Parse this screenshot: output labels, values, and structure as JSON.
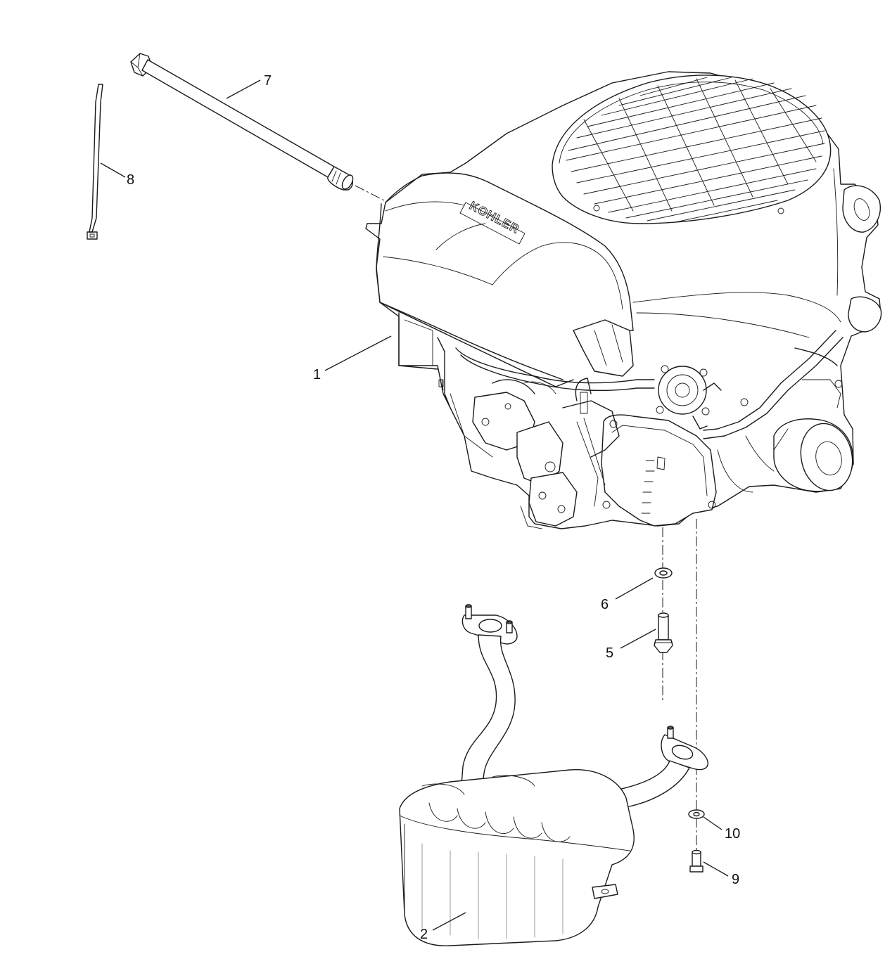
{
  "diagram": {
    "brand_mark": "KOHLER",
    "callouts": [
      {
        "id": "c1",
        "label": "1",
        "part": "engine"
      },
      {
        "id": "c2",
        "label": "2",
        "part": "muffler"
      },
      {
        "id": "c5",
        "label": "5",
        "part": "bolt"
      },
      {
        "id": "c6",
        "label": "6",
        "part": "washer"
      },
      {
        "id": "c7",
        "label": "7",
        "part": "hose"
      },
      {
        "id": "c8",
        "label": "8",
        "part": "cable-tie"
      },
      {
        "id": "c9",
        "label": "9",
        "part": "bolt"
      },
      {
        "id": "c10",
        "label": "10",
        "part": "washer"
      }
    ]
  }
}
